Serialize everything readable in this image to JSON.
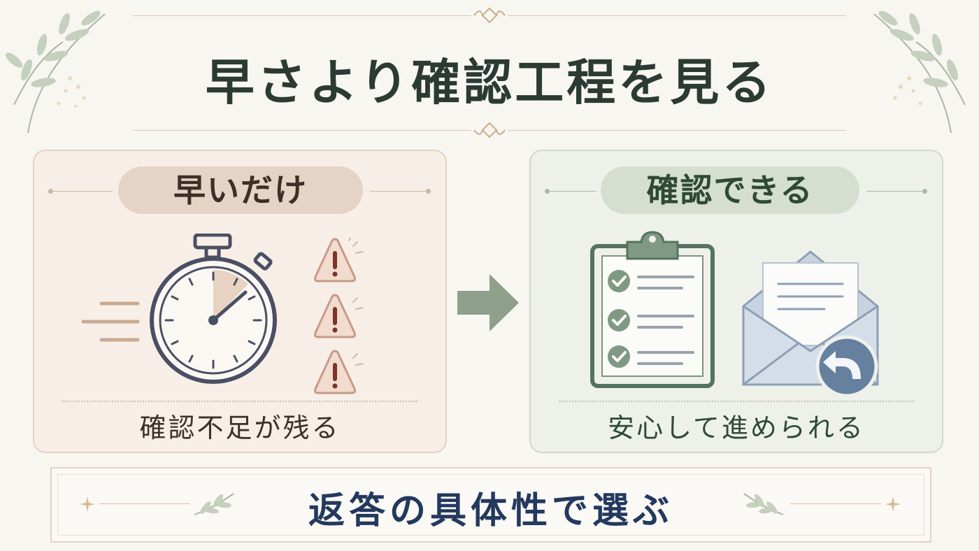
{
  "title": "早さより確認工程を見る",
  "left_panel": {
    "label": "早いだけ",
    "caption": "確認不足が残る",
    "icons": [
      "stopwatch-icon",
      "speed-lines-icon",
      "warning-icon",
      "warning-icon",
      "warning-icon"
    ]
  },
  "right_panel": {
    "label": "確認できる",
    "caption": "安心して進められる",
    "icons": [
      "clipboard-checklist-icon",
      "envelope-reply-icon"
    ]
  },
  "arrow_icon": "arrow-right-icon",
  "footer": {
    "text": "返答の具体性で選ぶ"
  },
  "colors": {
    "background": "#f8f6f1",
    "left_accent": "#e5d4c6",
    "right_accent": "#d5dfcf",
    "arrow": "#8ea08a",
    "footer_text": "#23395e"
  }
}
